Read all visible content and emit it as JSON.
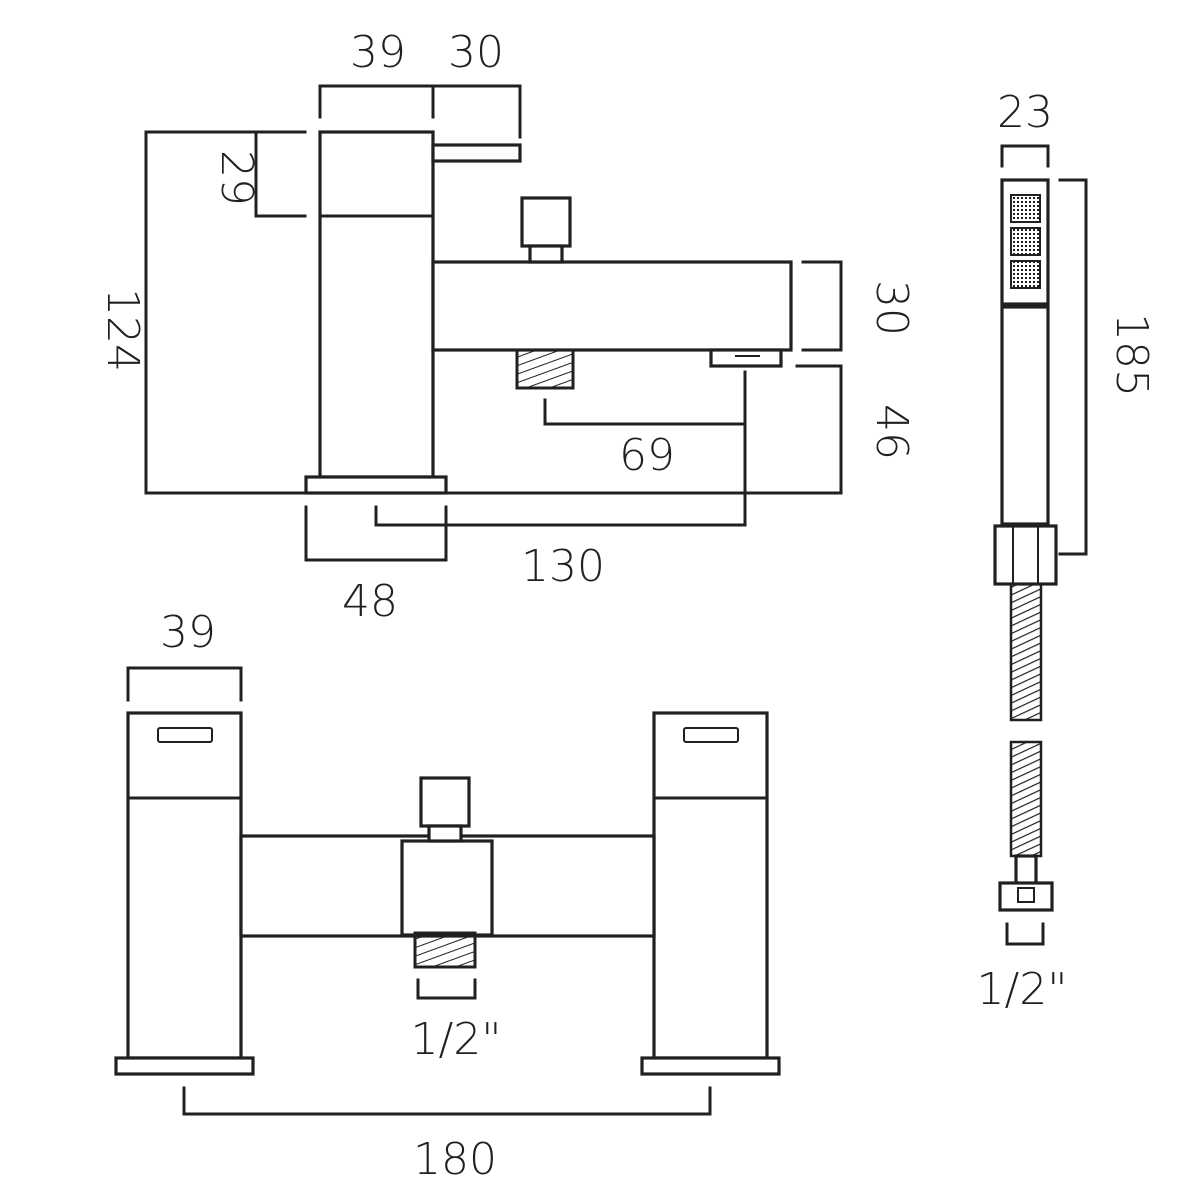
{
  "dimensions": {
    "side_top_width": "39",
    "side_lever_length": "30",
    "side_handle_height": "29",
    "side_total_height": "124",
    "spout_height": "30",
    "spout_clearance": "46",
    "diverter_offset": "69",
    "spout_projection": "130",
    "base_width": "48",
    "front_handle_width": "39",
    "front_inlet": "1/2\"",
    "centres": "180",
    "handset_width": "23",
    "handset_length": "185",
    "hose_connector": "1/2\""
  }
}
